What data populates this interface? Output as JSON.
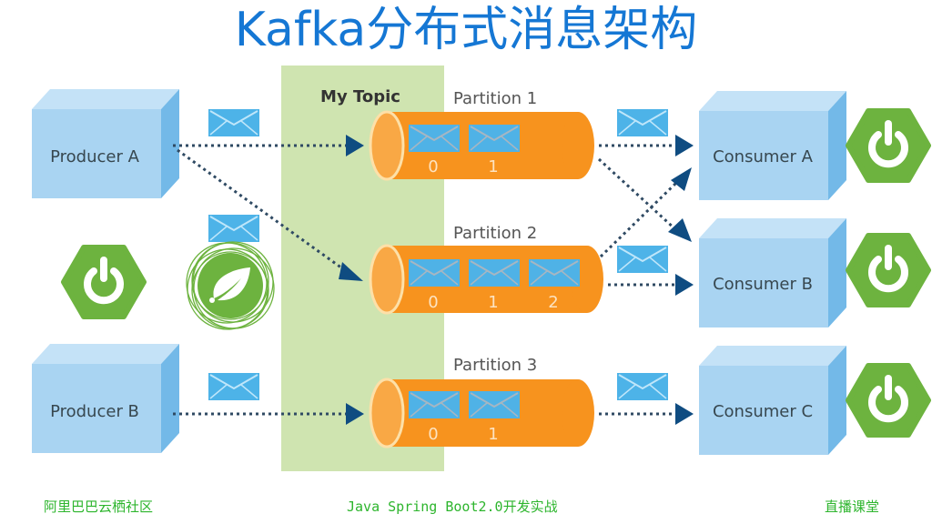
{
  "title": "Kafka分布式消息架构",
  "topic": {
    "label": "My Topic"
  },
  "producers": [
    {
      "label": "Producer A"
    },
    {
      "label": "Producer B"
    }
  ],
  "partitions": [
    {
      "label": "Partition 1",
      "offsets": [
        "0",
        "1"
      ]
    },
    {
      "label": "Partition 2",
      "offsets": [
        "0",
        "1",
        "2"
      ]
    },
    {
      "label": "Partition 3",
      "offsets": [
        "0",
        "1"
      ]
    }
  ],
  "consumers": [
    {
      "label": "Consumer A"
    },
    {
      "label": "Consumer B"
    },
    {
      "label": "Consumer C"
    }
  ],
  "icons": {
    "message": "envelope-icon",
    "spring_boot": "spring-boot-power-icon",
    "spring": "spring-leaf-icon"
  },
  "colors": {
    "title": "#1577d4",
    "box": "#a9d4f2",
    "box_side": "#7ebfea",
    "partition": "#f7931e",
    "topic_bg": "#cfe4b0",
    "arrow": "#0f4c81",
    "spring_green": "#6db33f",
    "footer": "#2db52d"
  },
  "footer": {
    "left": "阿里巴巴云栖社区",
    "center": "Java Spring Boot2.0开发实战",
    "right": "直播课堂"
  }
}
